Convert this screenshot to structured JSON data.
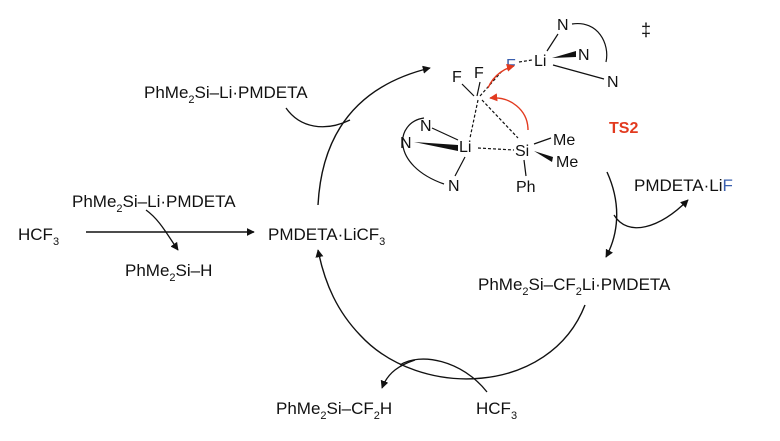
{
  "colors": {
    "black": "#111111",
    "fluorine_blue": "#3a5fae",
    "highlight_red": "#e23a1f"
  },
  "top_left_reagent": {
    "pre": "PhMe",
    "sub": "2",
    "post": "Si–Li·PMDETA"
  },
  "left": {
    "reagent_pre": "PhMe",
    "reagent_sub": "2",
    "reagent_post": "Si–Li·PMDETA",
    "hcf3_pre": "HCF",
    "hcf3_sub": "3",
    "silane_pre": "PhMe",
    "silane_sub": "2",
    "silane_post": "Si–H"
  },
  "center_intermediate": {
    "pre": "PMDETA·LiCF",
    "sub": "3"
  },
  "ts": {
    "label": "TS2",
    "dagger": "‡",
    "atom_F": "F",
    "atom_F_blue": "F",
    "atom_Li": "Li",
    "atom_N": "N",
    "atom_Si": "Si",
    "atom_Me": "Me",
    "atom_Ph": "Ph"
  },
  "right_byproduct": {
    "pre": "PMDETA·Li",
    "blue": "F"
  },
  "right_intermediate": {
    "pre": "PhMe",
    "sub": "2",
    "mid": "Si–CF",
    "sub2": "2",
    "post": "Li·PMDETA"
  },
  "bottom": {
    "product_pre": "PhMe",
    "product_sub": "2",
    "product_mid": "Si–CF",
    "product_sub2": "2",
    "product_post": "H",
    "hcf3_pre": "HCF",
    "hcf3_sub": "3"
  }
}
